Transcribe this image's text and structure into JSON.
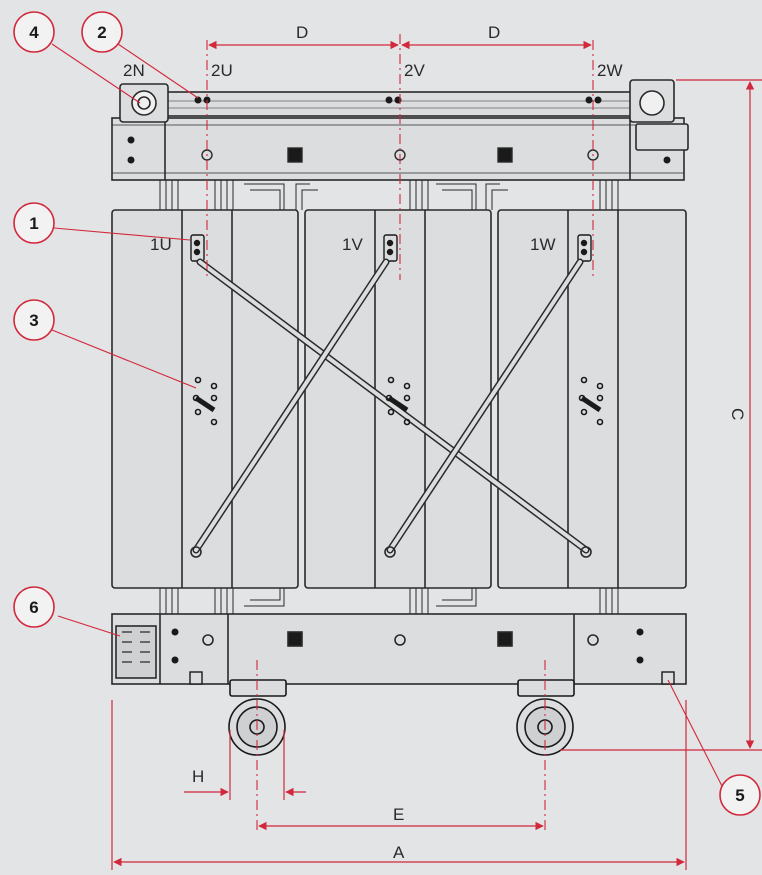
{
  "colors": {
    "background": "#e3e4e5",
    "panel": "#dcdddf",
    "line": "#2a2a2a",
    "accent": "#d2283c",
    "badge_fill": "#f2f2f2"
  },
  "terminals": {
    "lv": [
      "2N",
      "2U",
      "2V",
      "2W"
    ],
    "hv": [
      "1U",
      "1V",
      "1W"
    ]
  },
  "dimensions": {
    "a": "A",
    "c": "C",
    "d": "D",
    "e": "E",
    "h": "H"
  },
  "callouts": [
    "1",
    "2",
    "3",
    "4",
    "5",
    "6"
  ]
}
